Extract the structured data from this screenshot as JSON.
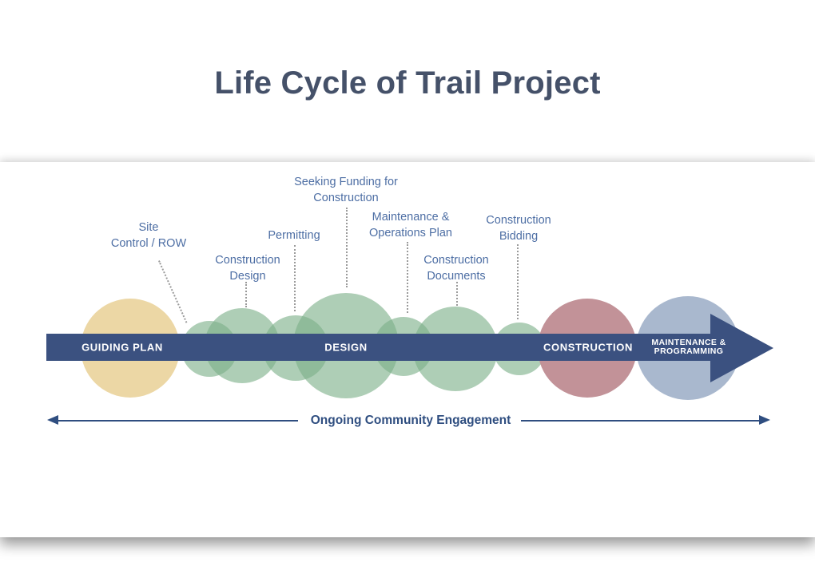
{
  "title": "Life Cycle of Trail Project",
  "colors": {
    "title-text": "#455169",
    "band": "#3b5180",
    "band-text": "#ffffff",
    "milestone-text": "#4d6ea4",
    "leader": "#9b9b9b",
    "engagement": "#2f4e80",
    "circle-yellow": "#ecd7a5",
    "circle-green": "#7cb089",
    "circle-red": "#c29298",
    "circle-blue": "#a9b8ce"
  },
  "timeline": {
    "phases": [
      {
        "label": "GUIDING PLAN"
      },
      {
        "label": "DESIGN"
      },
      {
        "label": "CONSTRUCTION"
      },
      {
        "label_line1": "MAINTENANCE &",
        "label_line2": "PROGRAMMING"
      }
    ],
    "milestones": [
      {
        "line1": "Site",
        "line2": "Control / ROW"
      },
      {
        "line1": "Construction",
        "line2": "Design"
      },
      {
        "line1": "Permitting",
        "line2": ""
      },
      {
        "line1": "Seeking Funding for",
        "line2": "Construction"
      },
      {
        "line1": "Maintenance &",
        "line2": "Operations Plan"
      },
      {
        "line1": "Construction",
        "line2": "Documents"
      },
      {
        "line1": "Construction",
        "line2": "Bidding"
      }
    ],
    "engagement_label": "Ongoing Community Engagement"
  }
}
